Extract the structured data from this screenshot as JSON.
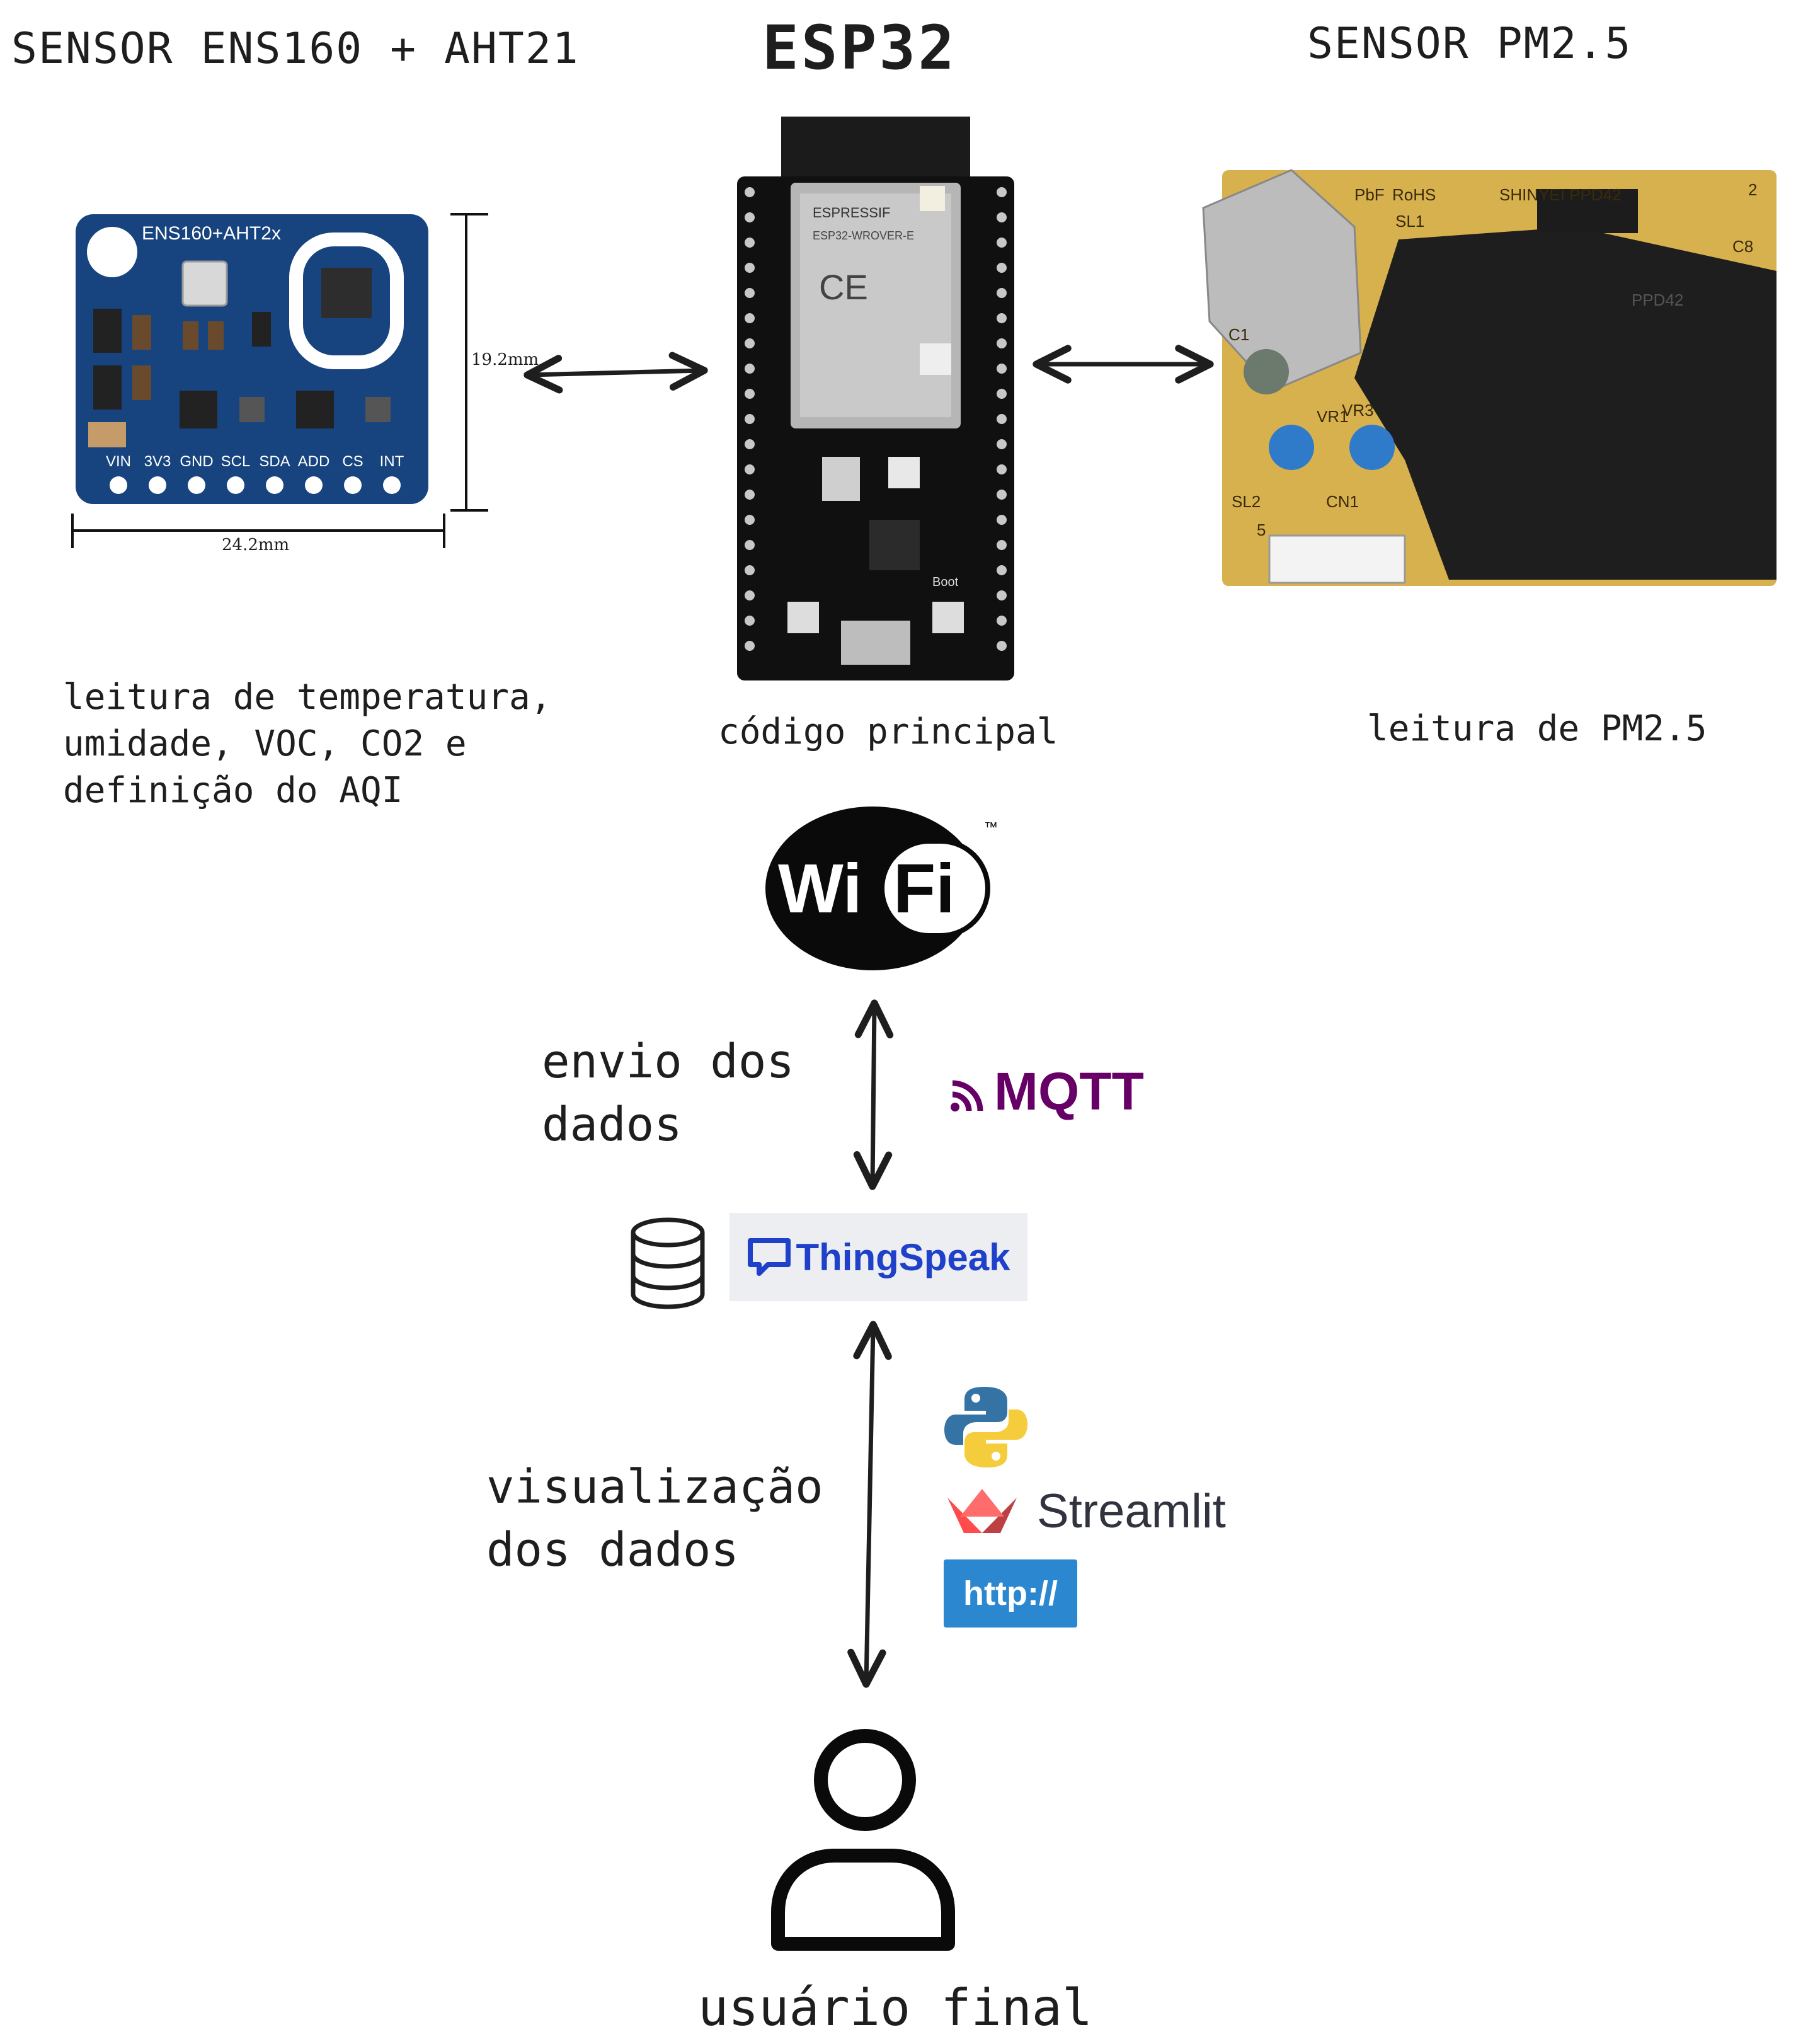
{
  "sensor_left": {
    "title": "SENSOR ENS160 + AHT21",
    "board_label": "ENS160+AHT2x",
    "pins": [
      "VIN",
      "3V3",
      "GND",
      "SCL",
      "SDA",
      "ADD",
      "CS",
      "INT"
    ],
    "dim_height": "19.2mm",
    "dim_width": "24.2mm",
    "description": "leitura de temperatura,\numidade, VOC, CO2 e\ndefinição do AQI"
  },
  "esp32": {
    "title": "ESP32",
    "module_brand": "ESPRESSIF",
    "module_model": "ESP32-WROVER-E",
    "boot_label": "Boot",
    "description": "código principal"
  },
  "sensor_right": {
    "title": "SENSOR PM2.5",
    "board_text": [
      "PbF",
      "RoHS",
      "SHINYEI PPD42",
      "PPD42",
      "SL1",
      "SL2",
      "CN1",
      "VR1",
      "VR3",
      "C1",
      "C8",
      "2",
      "5"
    ],
    "description": "leitura de PM2.5"
  },
  "wifi": {
    "left": "Wi",
    "right": "Fi",
    "tm": "™"
  },
  "mqtt": {
    "label": "MQTT",
    "color": "#660066"
  },
  "send_label": "envio dos\ndados",
  "thingspeak": {
    "label": "ThingSpeak",
    "color": "#1f40c8"
  },
  "tools": {
    "streamlit": "Streamlit",
    "http": "http://",
    "http_color": "#2a87d0",
    "streamlit_color": "#ff4b4b"
  },
  "view_label": "visualização\ndos dados",
  "user_label": "usuário final",
  "icons": [
    "database-icon",
    "user-icon",
    "python-logo-icon",
    "streamlit-logo-icon",
    "mqtt-logo-icon",
    "thingspeak-logo-icon",
    "wifi-logo-icon"
  ]
}
